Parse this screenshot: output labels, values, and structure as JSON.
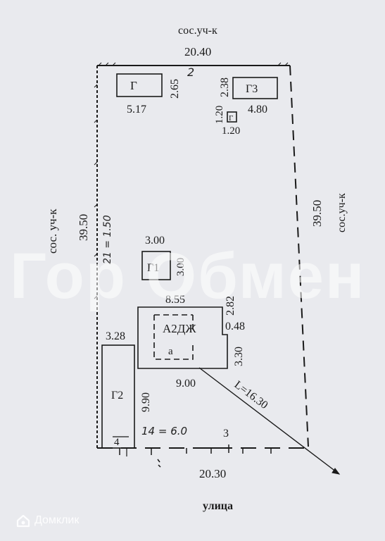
{
  "labels": {
    "neighbor_top": "сос.уч-к",
    "neighbor_left": "сос. уч-к",
    "neighbor_right": "сос.уч-к",
    "street": "улица"
  },
  "dimensions": {
    "top_width": "20.40",
    "bottom_width": "20.30",
    "left_length": "39.50",
    "right_length": "39.50",
    "diagonal": "L=16.30",
    "g_width": "5.17",
    "g_depth": "2.65",
    "g3_depth": "2.38",
    "g3_width": "4.80",
    "gz_height": "1.20",
    "gz_width": "1.20",
    "g1_width": "3.00",
    "g1_height": "3.00",
    "house_top": "8.55",
    "house_right_top": "2.82",
    "house_notch": "0.48",
    "house_left": "3.28",
    "house_right_bottom": "3.30",
    "house_bottom": "9.00",
    "g2_length": "9.90",
    "g2_width": "4",
    "gate_width": "3"
  },
  "buildings": {
    "g": "Г",
    "g3": "Г3",
    "gz": "Г",
    "g1": "Г1",
    "house": "А2ДЖ",
    "veranda": "а",
    "g2": "Г2"
  },
  "handwritten": {
    "left_note": "21 = 1.50",
    "bottom_note": "14 = 6.0",
    "top_mark": "2"
  },
  "watermark": "Гор Обмен",
  "brand": "Домклик"
}
